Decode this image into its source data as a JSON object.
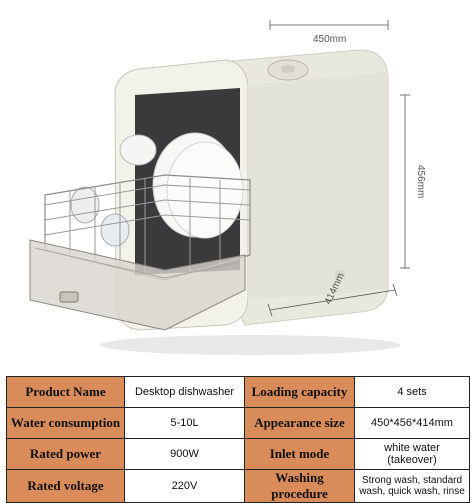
{
  "dimensions": {
    "width": "450mm",
    "height": "456mm",
    "depth": "414mm"
  },
  "specs": [
    {
      "label": "Product Name",
      "value": "Desktop dishwasher",
      "label2": "Loading capacity",
      "value2": "4 sets"
    },
    {
      "label": "Water consumption",
      "value": "5-10L",
      "label2": "Appearance size",
      "value2": "450*456*414mm"
    },
    {
      "label": "Rated power",
      "value": "900W",
      "label2": "Inlet mode",
      "value2": "white water (takeover)"
    },
    {
      "label": "Rated voltage",
      "value": "220V",
      "label2": "Washing procedure",
      "value2": "Strong wash, standard wash, quick wash, rinse"
    }
  ],
  "colors": {
    "label_bg": "#d98c5a",
    "body": "#eeeee6"
  },
  "icons": [
    "dishwasher-image",
    "dimension-arrows"
  ]
}
